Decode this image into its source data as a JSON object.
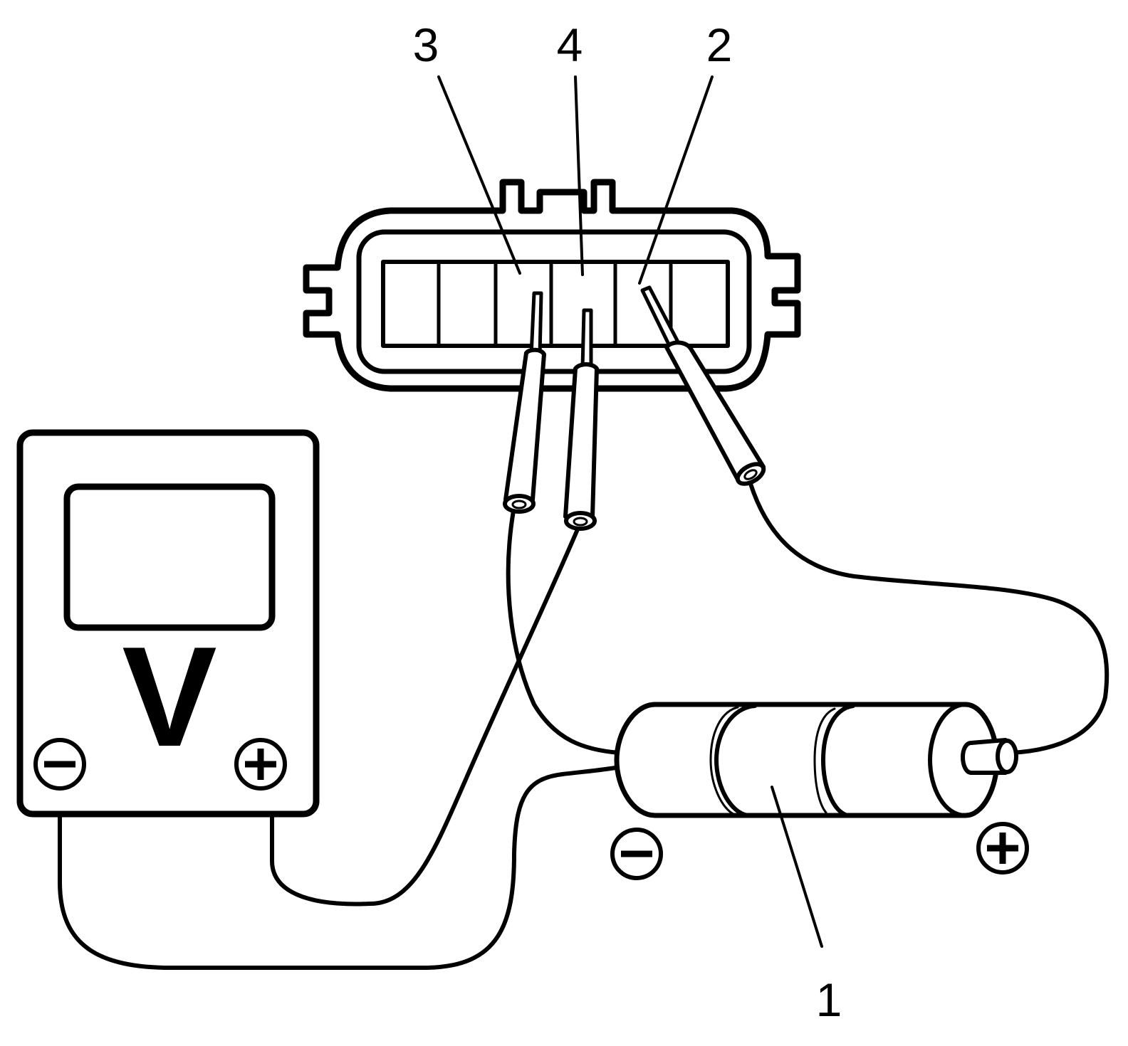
{
  "callouts": {
    "battery": "1",
    "terminal_2": "2",
    "terminal_3": "3",
    "terminal_4": "4"
  },
  "voltmeter": {
    "letter": "V",
    "negative_symbol": "−",
    "positive_symbol": "+"
  },
  "battery": {
    "negative_symbol": "−",
    "positive_symbol": "+"
  },
  "colors": {
    "line": "#000000",
    "background": "#ffffff"
  }
}
